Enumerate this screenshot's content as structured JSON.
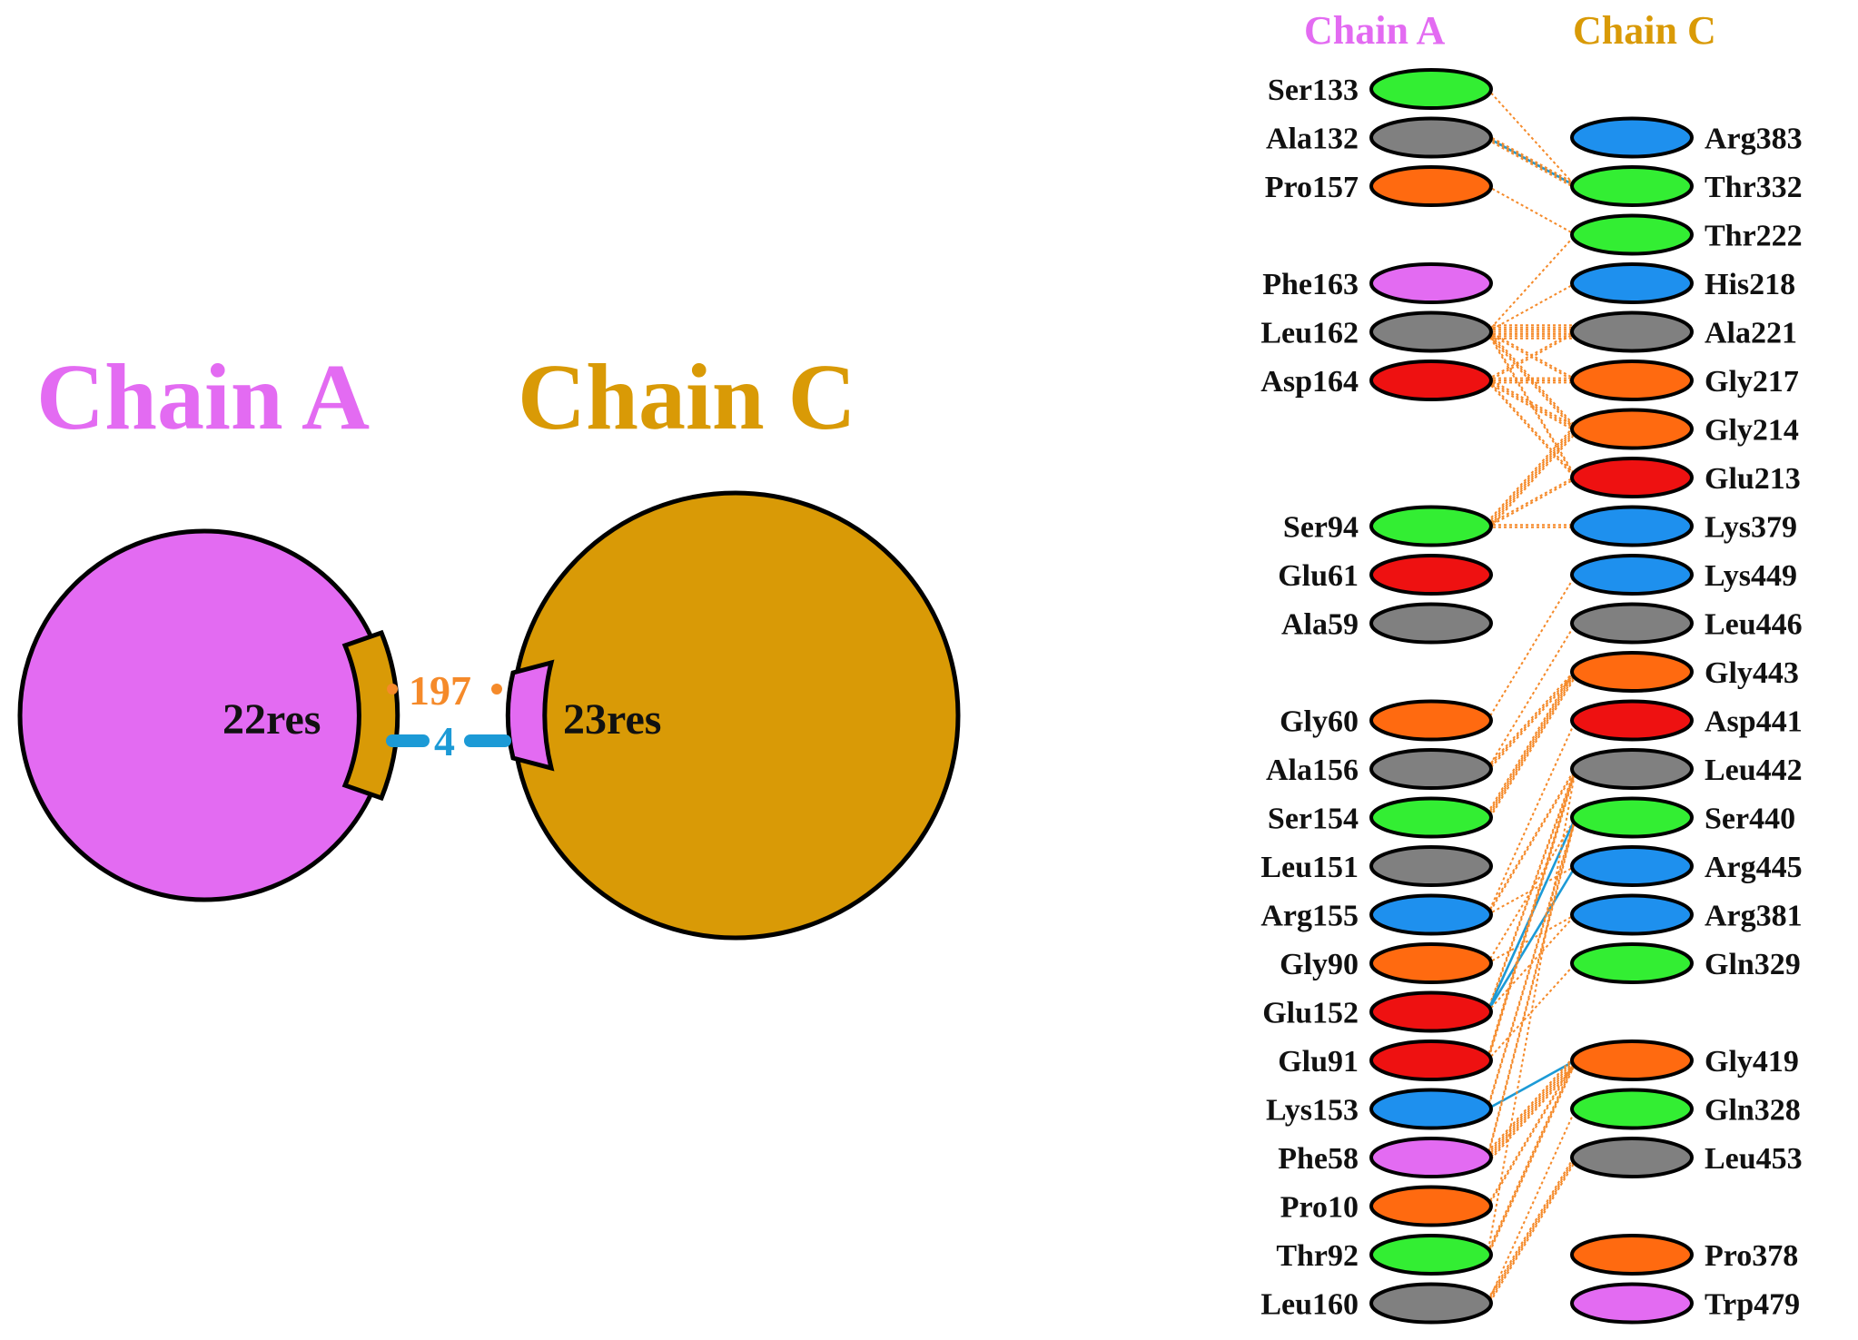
{
  "colors": {
    "chainA": "#e36bf2",
    "chainC": "#d99a06",
    "nonbonded": "#f58a2a",
    "hbond": "#1c9ad6",
    "saltbridge": "#e03030",
    "residue_types": {
      "green": "#33ee33",
      "grey": "#808080",
      "orange": "#ff6a10",
      "magenta": "#e36bf2",
      "red": "#ee1111",
      "blue": "#1e90ee"
    }
  },
  "overview": {
    "chainA_title": "Chain A",
    "chainC_title": "Chain C",
    "chainA_interface": "22res",
    "chainC_interface": "23res",
    "nonbonded_count": "197",
    "hbond_count": "4"
  },
  "residue_panel": {
    "chainA_title": "Chain A",
    "chainC_title": "Chain C",
    "chainA_residues": [
      {
        "name": "Ser133",
        "type": "green",
        "row": 0
      },
      {
        "name": "Ala132",
        "type": "grey",
        "row": 1
      },
      {
        "name": "Pro157",
        "type": "orange",
        "row": 2
      },
      {
        "name": "Phe163",
        "type": "magenta",
        "row": 4
      },
      {
        "name": "Leu162",
        "type": "grey",
        "row": 5
      },
      {
        "name": "Asp164",
        "type": "red",
        "row": 6
      },
      {
        "name": "Ser94",
        "type": "green",
        "row": 9
      },
      {
        "name": "Glu61",
        "type": "red",
        "row": 10
      },
      {
        "name": "Ala59",
        "type": "grey",
        "row": 11
      },
      {
        "name": "Gly60",
        "type": "orange",
        "row": 13
      },
      {
        "name": "Ala156",
        "type": "grey",
        "row": 14
      },
      {
        "name": "Ser154",
        "type": "green",
        "row": 15
      },
      {
        "name": "Leu151",
        "type": "grey",
        "row": 16
      },
      {
        "name": "Arg155",
        "type": "blue",
        "row": 17
      },
      {
        "name": "Gly90",
        "type": "orange",
        "row": 18
      },
      {
        "name": "Glu152",
        "type": "red",
        "row": 19
      },
      {
        "name": "Glu91",
        "type": "red",
        "row": 20
      },
      {
        "name": "Lys153",
        "type": "blue",
        "row": 21
      },
      {
        "name": "Phe58",
        "type": "magenta",
        "row": 22
      },
      {
        "name": "Pro10",
        "type": "orange",
        "row": 23
      },
      {
        "name": "Thr92",
        "type": "green",
        "row": 24
      },
      {
        "name": "Leu160",
        "type": "grey",
        "row": 25
      }
    ],
    "chainC_residues": [
      {
        "name": "Arg383",
        "type": "blue",
        "row": 1
      },
      {
        "name": "Thr332",
        "type": "green",
        "row": 2
      },
      {
        "name": "Thr222",
        "type": "green",
        "row": 3
      },
      {
        "name": "His218",
        "type": "blue",
        "row": 4
      },
      {
        "name": "Ala221",
        "type": "grey",
        "row": 5
      },
      {
        "name": "Gly217",
        "type": "orange",
        "row": 6
      },
      {
        "name": "Gly214",
        "type": "orange",
        "row": 7
      },
      {
        "name": "Glu213",
        "type": "red",
        "row": 8
      },
      {
        "name": "Lys379",
        "type": "blue",
        "row": 9
      },
      {
        "name": "Lys449",
        "type": "blue",
        "row": 10
      },
      {
        "name": "Leu446",
        "type": "grey",
        "row": 11
      },
      {
        "name": "Gly443",
        "type": "orange",
        "row": 12
      },
      {
        "name": "Asp441",
        "type": "red",
        "row": 13
      },
      {
        "name": "Leu442",
        "type": "grey",
        "row": 14
      },
      {
        "name": "Ser440",
        "type": "green",
        "row": 15
      },
      {
        "name": "Arg445",
        "type": "blue",
        "row": 16
      },
      {
        "name": "Arg381",
        "type": "blue",
        "row": 17
      },
      {
        "name": "Gln329",
        "type": "green",
        "row": 18
      },
      {
        "name": "Gly419",
        "type": "orange",
        "row": 20
      },
      {
        "name": "Gln328",
        "type": "green",
        "row": 21
      },
      {
        "name": "Leu453",
        "type": "grey",
        "row": 22
      },
      {
        "name": "Pro378",
        "type": "orange",
        "row": 24
      },
      {
        "name": "Trp479",
        "type": "magenta",
        "row": 25
      }
    ],
    "contacts": [
      {
        "a": 0,
        "c": 1,
        "kind": "nonbonded",
        "n": 1
      },
      {
        "a": 1,
        "c": 1,
        "kind": "hbond",
        "n": 1
      },
      {
        "a": 1,
        "c": 1,
        "kind": "nonbonded",
        "n": 3
      },
      {
        "a": 2,
        "c": 2,
        "kind": "nonbonded",
        "n": 1
      },
      {
        "a": 4,
        "c": 2,
        "kind": "nonbonded",
        "n": 1
      },
      {
        "a": 4,
        "c": 3,
        "kind": "nonbonded",
        "n": 1
      },
      {
        "a": 4,
        "c": 4,
        "kind": "nonbonded",
        "n": 7
      },
      {
        "a": 4,
        "c": 5,
        "kind": "nonbonded",
        "n": 2
      },
      {
        "a": 4,
        "c": 6,
        "kind": "nonbonded",
        "n": 3
      },
      {
        "a": 4,
        "c": 7,
        "kind": "nonbonded",
        "n": 2
      },
      {
        "a": 5,
        "c": 4,
        "kind": "nonbonded",
        "n": 2
      },
      {
        "a": 5,
        "c": 5,
        "kind": "nonbonded",
        "n": 3
      },
      {
        "a": 5,
        "c": 6,
        "kind": "nonbonded",
        "n": 3
      },
      {
        "a": 5,
        "c": 7,
        "kind": "nonbonded",
        "n": 2
      },
      {
        "a": 6,
        "c": 6,
        "kind": "nonbonded",
        "n": 5
      },
      {
        "a": 6,
        "c": 7,
        "kind": "nonbonded",
        "n": 2
      },
      {
        "a": 6,
        "c": 8,
        "kind": "nonbonded",
        "n": 2
      },
      {
        "a": 9,
        "c": 9,
        "kind": "nonbonded",
        "n": 1
      },
      {
        "a": 10,
        "c": 10,
        "kind": "nonbonded",
        "n": 1
      },
      {
        "a": 10,
        "c": 11,
        "kind": "nonbonded",
        "n": 3
      },
      {
        "a": 11,
        "c": 11,
        "kind": "nonbonded",
        "n": 5
      },
      {
        "a": 13,
        "c": 12,
        "kind": "nonbonded",
        "n": 1
      },
      {
        "a": 13,
        "c": 13,
        "kind": "nonbonded",
        "n": 2
      },
      {
        "a": 13,
        "c": 15,
        "kind": "nonbonded",
        "n": 1
      },
      {
        "a": 14,
        "c": 14,
        "kind": "nonbonded",
        "n": 1
      },
      {
        "a": 14,
        "c": 16,
        "kind": "nonbonded",
        "n": 1
      },
      {
        "a": 15,
        "c": 13,
        "kind": "nonbonded",
        "n": 2
      },
      {
        "a": 15,
        "c": 14,
        "kind": "hbond",
        "n": 1
      },
      {
        "a": 15,
        "c": 15,
        "kind": "hbond",
        "n": 1
      },
      {
        "a": 15,
        "c": 16,
        "kind": "nonbonded",
        "n": 1
      },
      {
        "a": 16,
        "c": 13,
        "kind": "nonbonded",
        "n": 3
      },
      {
        "a": 16,
        "c": 17,
        "kind": "nonbonded",
        "n": 1
      },
      {
        "a": 17,
        "c": 14,
        "kind": "nonbonded",
        "n": 2
      },
      {
        "a": 17,
        "c": 18,
        "kind": "hbond",
        "n": 1
      },
      {
        "a": 18,
        "c": 18,
        "kind": "nonbonded",
        "n": 6
      },
      {
        "a": 18,
        "c": 14,
        "kind": "nonbonded",
        "n": 2
      },
      {
        "a": 19,
        "c": 18,
        "kind": "nonbonded",
        "n": 2
      },
      {
        "a": 20,
        "c": 18,
        "kind": "nonbonded",
        "n": 3
      },
      {
        "a": 20,
        "c": 13,
        "kind": "nonbonded",
        "n": 1
      },
      {
        "a": 21,
        "c": 19,
        "kind": "nonbonded",
        "n": 1
      },
      {
        "a": 21,
        "c": 20,
        "kind": "nonbonded",
        "n": 4
      },
      {
        "a": 22,
        "c": 21,
        "kind": "nonbonded",
        "n": 1
      },
      {
        "a": 23,
        "c": 21,
        "kind": "nonbonded",
        "n": 1
      },
      {
        "a": 24,
        "c": 22,
        "kind": "nonbonded",
        "n": 2
      },
      {
        "a": 25,
        "c": 22,
        "kind": "nonbonded",
        "n": 1
      }
    ]
  }
}
